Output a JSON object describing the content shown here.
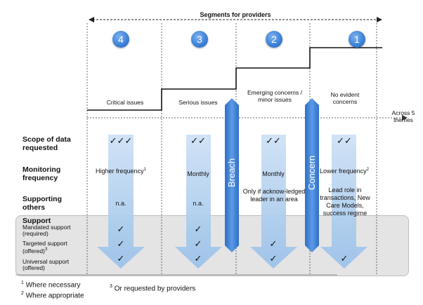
{
  "header": {
    "title": "Segments for providers"
  },
  "segments": [
    {
      "number": "4",
      "label": "Critical issues"
    },
    {
      "number": "3",
      "label": "Serious issues"
    },
    {
      "number": "2",
      "label": "Emerging concerns / minor issues"
    },
    {
      "number": "1",
      "label": "No evident concerns"
    }
  ],
  "across_label": "Across 5 themes",
  "triggers": {
    "breach": "Breach",
    "concern": "Concern"
  },
  "rows": {
    "scope": {
      "label": "Scope of data requested",
      "values": [
        "✓✓✓",
        "✓✓",
        "✓✓",
        "✓✓"
      ]
    },
    "monitoring": {
      "label": "Monitoring frequency",
      "values": [
        "Higher frequency",
        "Monthly",
        "Monthly",
        "Lower frequency"
      ],
      "sup": [
        "1",
        "",
        "",
        "2"
      ]
    },
    "supporting": {
      "label": "Supporting others",
      "values": [
        "n.a.",
        "n.a.",
        "Only if acknow-ledged leader in an area",
        "Lead role in transactions, New Care Models, success regime"
      ]
    },
    "support": {
      "label": "Support",
      "items": [
        {
          "label": "Mandated support (required)",
          "sup": "",
          "checks": [
            "✓",
            "✓",
            "",
            ""
          ]
        },
        {
          "label": "Targeted support (offered)",
          "sup": "3",
          "checks": [
            "✓",
            "✓",
            "✓",
            ""
          ]
        },
        {
          "label": "Universal support (offered)",
          "sup": "",
          "checks": [
            "✓",
            "✓",
            "✓",
            "✓"
          ]
        }
      ]
    }
  },
  "footnotes": [
    {
      "sup": "1",
      "text": "Where necessary"
    },
    {
      "sup": "2",
      "text": "Where appropriate"
    },
    {
      "sup": "3",
      "text": "Or requested by providers"
    }
  ],
  "colors": {
    "arrow": "#a9cbee",
    "arrow_dark": "#3b7fd6",
    "support_band": "#e3e3e3"
  }
}
